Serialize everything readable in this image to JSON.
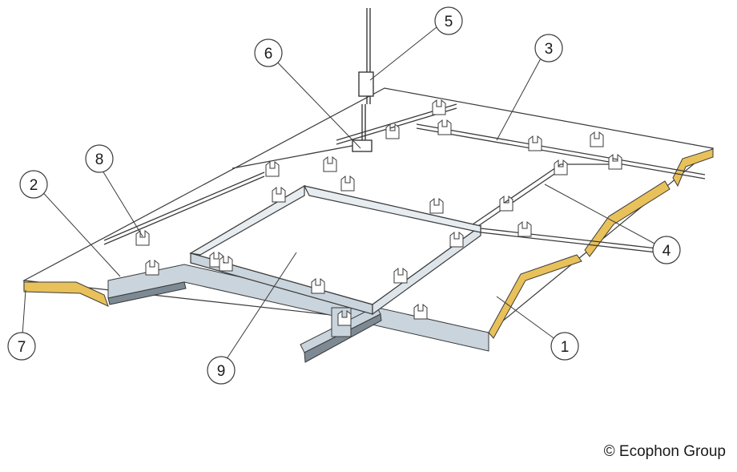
{
  "callouts": [
    {
      "id": "1",
      "label": "1"
    },
    {
      "id": "2",
      "label": "2"
    },
    {
      "id": "3",
      "label": "3"
    },
    {
      "id": "4",
      "label": "4"
    },
    {
      "id": "5",
      "label": "5"
    },
    {
      "id": "6",
      "label": "6"
    },
    {
      "id": "7",
      "label": "7"
    },
    {
      "id": "8",
      "label": "8"
    },
    {
      "id": "9",
      "label": "9"
    }
  ],
  "copyright": "© Ecophon Group",
  "colors": {
    "line": "#3a3a3a",
    "profile": "#c9d4dc",
    "profile_dark": "#7d8a94",
    "edge": "#e8c15a",
    "panel": "#ffffff"
  }
}
